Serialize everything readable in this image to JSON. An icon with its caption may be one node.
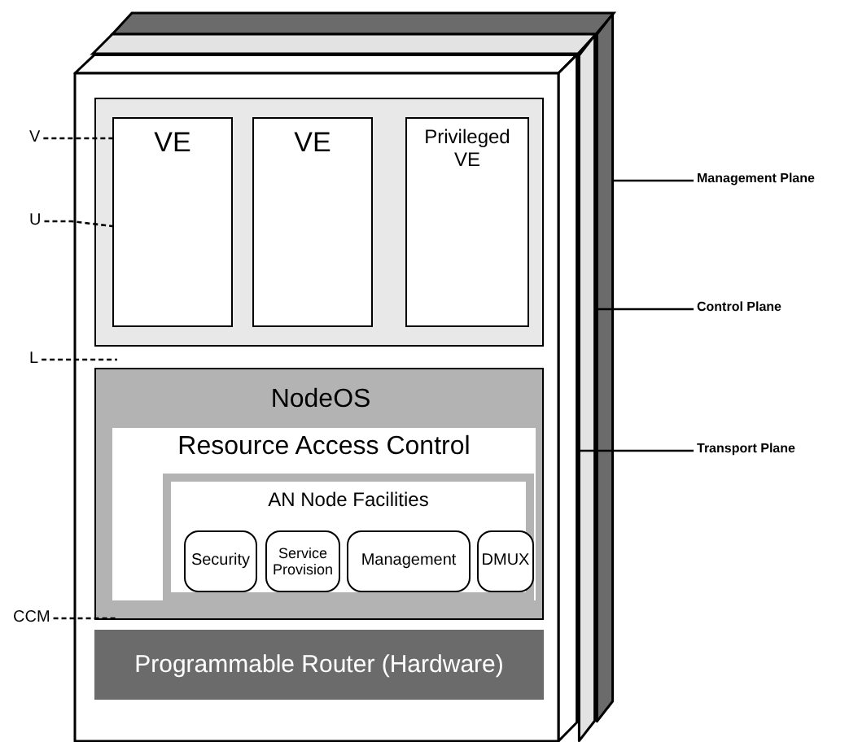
{
  "diagram": {
    "nodes": [
      {
        "text": [],
        "shape": "box"
      },
      {
        "text": [],
        "shape": "box"
      },
      {
        "text": [],
        "shape": "box"
      },
      {
        "text": [],
        "shape": "box",
        "in": 0
      },
      {
        "text": [
          "VE"
        ],
        "in": 3
      },
      {
        "text": [
          "VE"
        ],
        "in": 3
      },
      {
        "text": [
          "Privileged VE"
        ],
        "in": 3
      },
      {
        "text": [
          "NodeOS"
        ],
        "in": 0
      },
      {
        "text": [
          "Resource Access Control"
        ],
        "in": 7
      },
      {
        "text": [
          "AN Node Facilities"
        ],
        "in": 8
      },
      {
        "text": [
          "Security"
        ],
        "in": 9
      },
      {
        "text": [
          "Service Provision"
        ],
        "in": 9
      },
      {
        "text": [
          "Management"
        ],
        "in": 9
      },
      {
        "text": [
          "DMUX"
        ],
        "in": 9
      },
      {
        "text": [
          "Programmable Router (Hardware)"
        ],
        "in": 0
      },
      {
        "text": [
          "V"
        ]
      },
      {
        "text": [
          "U"
        ]
      },
      {
        "text": [
          "L"
        ]
      },
      {
        "text": [
          "CCM"
        ]
      },
      {
        "text": [
          "Management Plane"
        ]
      },
      {
        "text": [
          "Control Plane"
        ]
      },
      {
        "text": [
          "Transport Plane"
        ]
      }
    ],
    "edges": [
      {
        "from": 15,
        "to": 4,
        "arrow": "none",
        "style": "dashed"
      },
      {
        "from": 16,
        "to": 4,
        "arrow": "none",
        "style": "dashed"
      },
      {
        "from": 17,
        "to": 7,
        "arrow": "none",
        "style": "dashed"
      },
      {
        "from": 18,
        "to": 7,
        "arrow": "none",
        "style": "dashed"
      },
      {
        "from": 19,
        "to": 2,
        "arrow": "none"
      },
      {
        "from": 20,
        "to": 1,
        "arrow": "none"
      },
      {
        "from": 21,
        "to": 0,
        "arrow": "none"
      }
    ]
  }
}
